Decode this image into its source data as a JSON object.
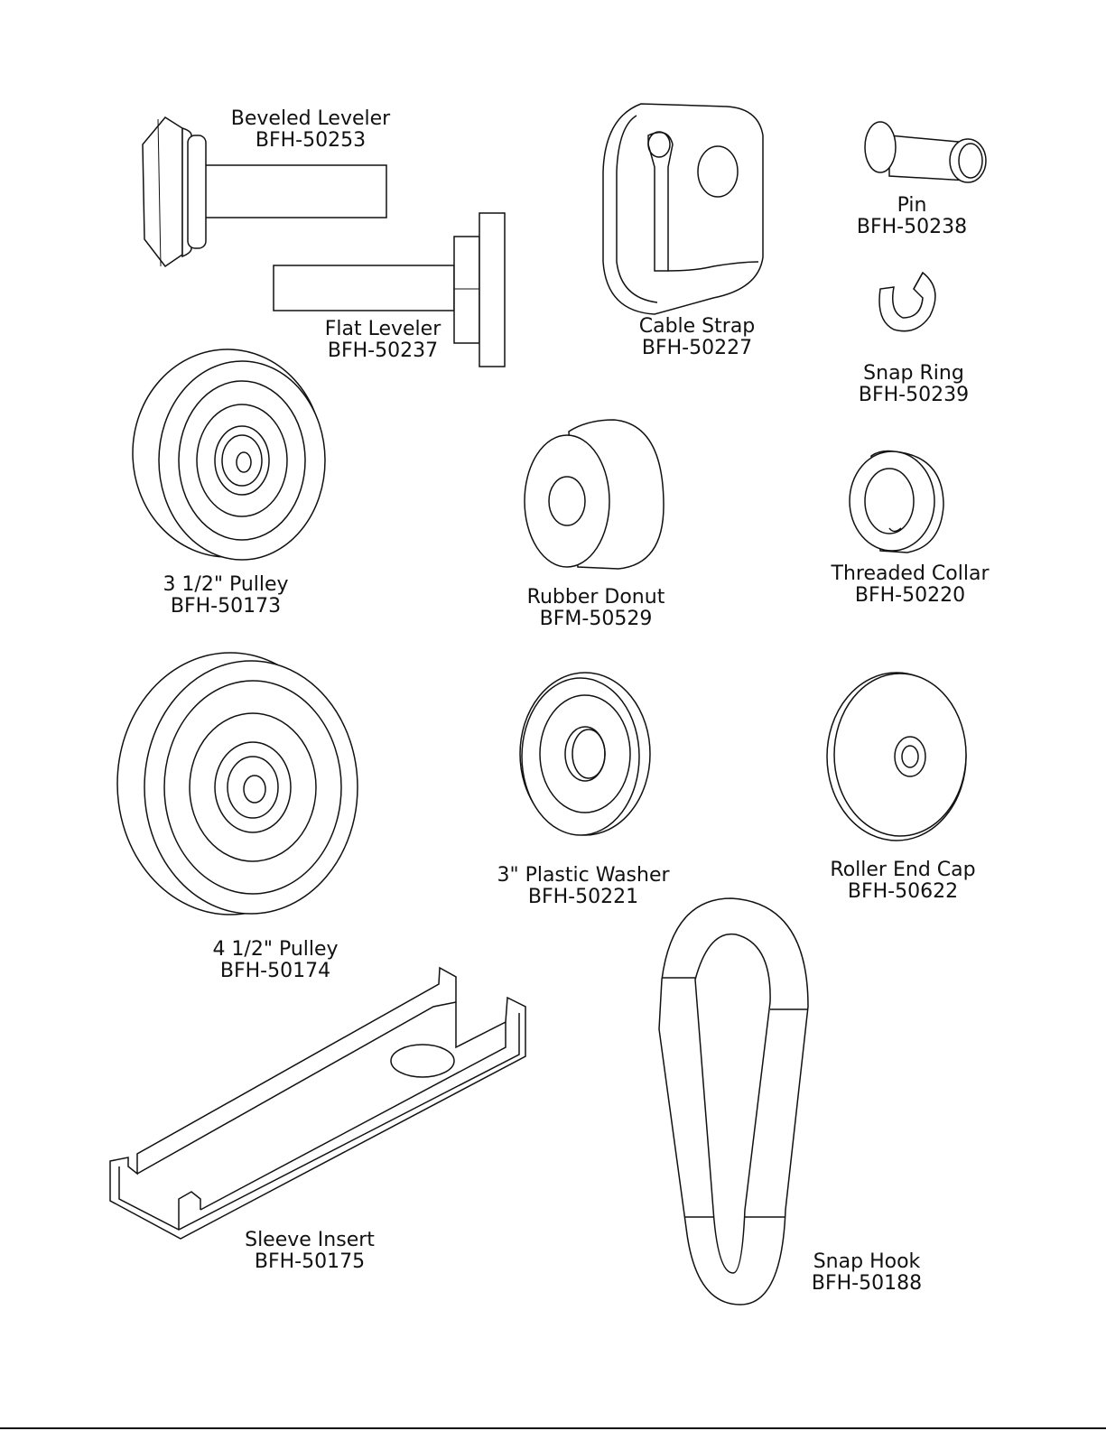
{
  "parts": {
    "beveled_leveler": {
      "name": "Beveled Leveler",
      "code": "BFH-50253"
    },
    "flat_leveler": {
      "name": "Flat Leveler",
      "code": "BFH-50237"
    },
    "cable_strap": {
      "name": "Cable Strap",
      "code": "BFH-50227"
    },
    "pin": {
      "name": "Pin",
      "code": "BFH-50238"
    },
    "snap_ring": {
      "name": "Snap Ring",
      "code": "BFH-50239"
    },
    "pulley_3_5": {
      "name": "3 1/2\" Pulley",
      "code": "BFH-50173"
    },
    "rubber_donut": {
      "name": "Rubber Donut",
      "code": "BFM-50529"
    },
    "threaded_collar": {
      "name": "Threaded Collar",
      "code": "BFH-50220"
    },
    "pulley_4_5": {
      "name": "4 1/2\" Pulley",
      "code": "BFH-50174"
    },
    "plastic_washer": {
      "name": "3\" Plastic Washer",
      "code": "BFH-50221"
    },
    "roller_end_cap": {
      "name": "Roller End Cap",
      "code": "BFH-50622"
    },
    "sleeve_insert": {
      "name": "Sleeve Insert",
      "code": "BFH-50175"
    },
    "snap_hook": {
      "name": "Snap Hook",
      "code": "BFH-50188"
    }
  }
}
